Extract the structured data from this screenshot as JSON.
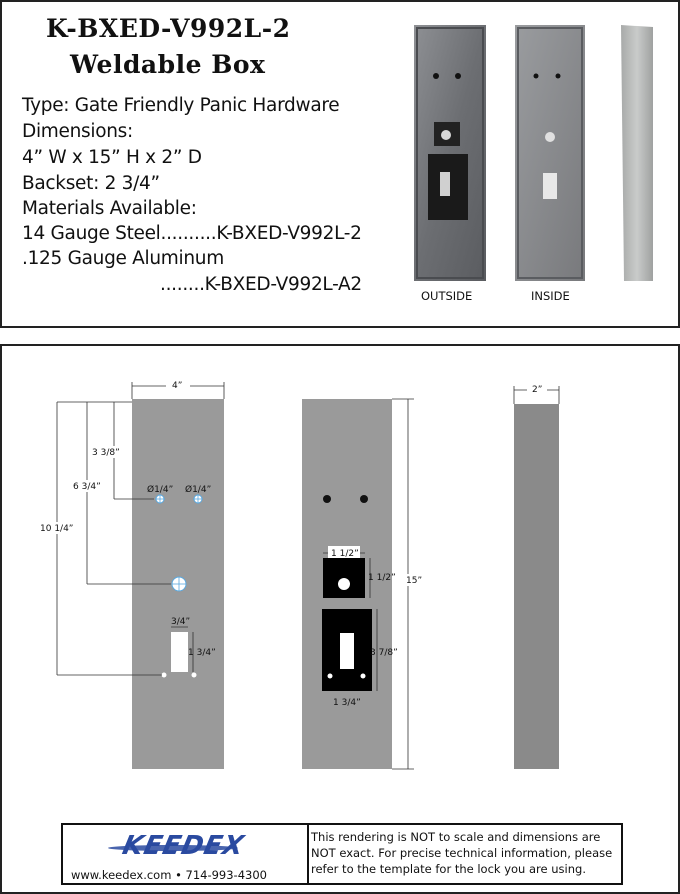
{
  "header": {
    "title_line1": "K-BXED-V992L-2",
    "title_line2": "Weldable Box"
  },
  "specs": [
    "Type: Gate Friendly Panic Hardware",
    "Dimensions:",
    "4” W  x  15” H x  2” D",
    "Backset: 2 3/4”",
    "Materials Available:",
    "14 Gauge Steel..........K-BXED-V992L-2",
    ".125 Gauge Aluminum",
    "........K-BXED-V992L-A2"
  ],
  "photos": {
    "outside_caption": "OUTSIDE",
    "inside_caption": "INSIDE"
  },
  "drawing": {
    "width_label": "4”",
    "depth_label": "2”",
    "height_label": "15”",
    "dim_3_3_8": "3 3/8”",
    "dim_6_3_4": "6 3/4”",
    "dim_10_1_4": "10 1/4”",
    "hole_label_1": "Ø1/4”",
    "hole_label_2": "Ø1/4”",
    "slot_width": "3/4”",
    "slot_height": "1 3/4”",
    "square_width": "1 1/2”",
    "square_height": "1 1/2”",
    "rect_height": "3 7/8”",
    "rect_width": "1 3/4”"
  },
  "footer": {
    "logo_text": "KEEDEX",
    "website": "www.keedex.com • 714-993-4300",
    "disclaimer": "This rendering is NOT to scale and dimensions are NOT exact. For precise technical information, please refer to the template for the lock you are using."
  },
  "colors": {
    "panel_gray": "#9a9a9a",
    "dark_gray": "#8a8a8a",
    "logo_blue": "#2a4aa0"
  }
}
